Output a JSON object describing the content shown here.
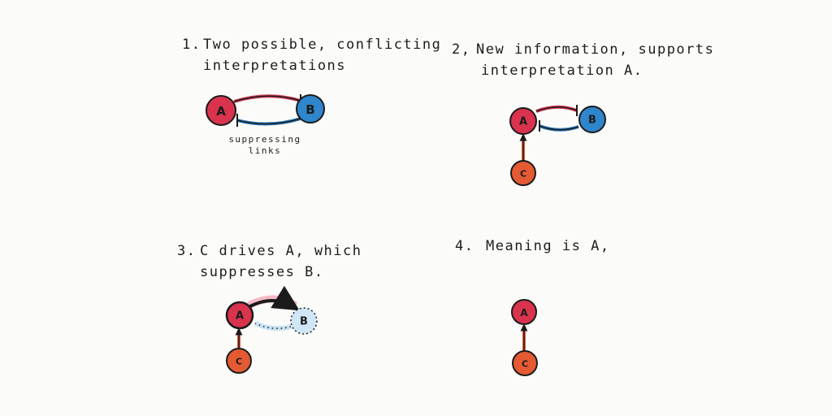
{
  "colors": {
    "node_a": "#d9334e",
    "node_b": "#2f86cc",
    "node_b_faded": "#cfe6f7",
    "node_c": "#e45a33",
    "ink": "#1b1b1b",
    "link_red": "#d33a55",
    "link_blue": "#2c78bf",
    "background": "#fbfbf9"
  },
  "panels": [
    {
      "number": "1.",
      "caption_lines": [
        "Two possible, conflicting",
        "interpretations"
      ],
      "nodes": {
        "a": "A",
        "b": "B"
      },
      "annotation_lines": [
        "suppressing",
        "links"
      ]
    },
    {
      "number": "2,",
      "caption_lines": [
        "New information, supports",
        "interpretation A."
      ],
      "nodes": {
        "a": "A",
        "b": "B",
        "c": "C"
      }
    },
    {
      "number": "3.",
      "caption_lines": [
        "C drives A, which",
        "suppresses B."
      ],
      "nodes": {
        "a": "A",
        "b": "B",
        "c": "C"
      }
    },
    {
      "number": "4.",
      "caption_lines": [
        "Meaning is A,"
      ],
      "nodes": {
        "a": "A",
        "c": "C"
      }
    }
  ]
}
